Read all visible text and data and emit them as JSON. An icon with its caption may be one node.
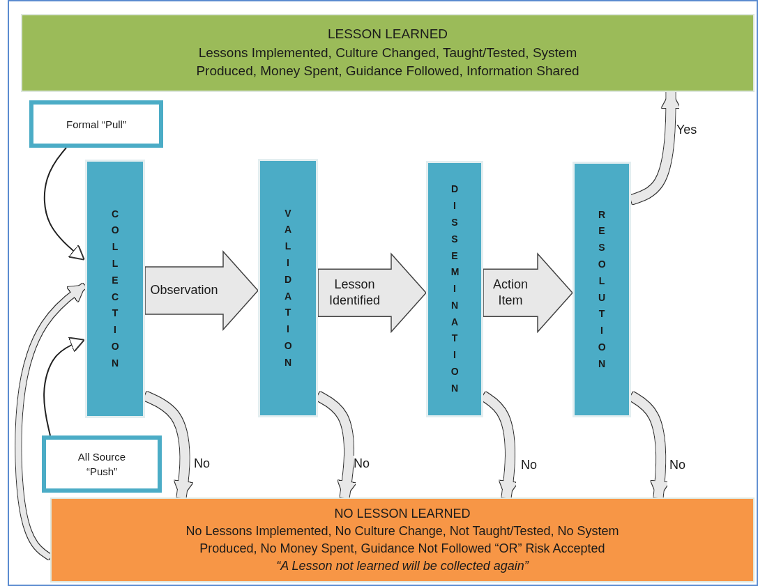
{
  "diagram": {
    "nodes": [
      {
        "text": [
          "LESSON LEARNED",
          "Lessons Implemented, Culture Changed, Taught/Tested, System Produced, Money Spent, Guidance Followed, Information Shared"
        ]
      },
      {
        "text": [
          "Formal “Pull”"
        ]
      },
      {
        "text": [
          "COLLECTION"
        ]
      },
      {
        "text": [
          "VALIDATION"
        ]
      },
      {
        "text": [
          "DISSEMINATION"
        ]
      },
      {
        "text": [
          "RESOLUTION"
        ]
      },
      {
        "text": [
          "All Source “Push”"
        ]
      },
      {
        "text": [
          "NO LESSON LEARNED",
          "No Lessons Implemented, No Culture Change, Not Taught/Tested, No System Produced, No Money Spent, Guidance Not Followed “OR” Risk Accepted",
          "“A Lesson not learned will be collected again”"
        ]
      }
    ],
    "edges": [
      {
        "from": 2,
        "to": 3,
        "arrow": "to",
        "label": "Observation"
      },
      {
        "from": 3,
        "to": 4,
        "arrow": "to",
        "label": "Lesson Identified"
      },
      {
        "from": 4,
        "to": 5,
        "arrow": "to",
        "label": "Action Item"
      },
      {
        "from": 5,
        "to": 0,
        "arrow": "to",
        "label": "Yes"
      },
      {
        "from": 2,
        "to": 7,
        "arrow": "to",
        "label": "No"
      },
      {
        "from": 3,
        "to": 7,
        "arrow": "to",
        "label": "No"
      },
      {
        "from": 4,
        "to": 7,
        "arrow": "to",
        "label": "No"
      },
      {
        "from": 5,
        "to": 7,
        "arrow": "to",
        "label": "No"
      },
      {
        "from": 1,
        "to": 2,
        "arrow": "to",
        "color": "#222222"
      },
      {
        "from": 6,
        "to": 2,
        "arrow": "to",
        "color": "#222222"
      },
      {
        "from": 7,
        "to": 2,
        "arrow": "to"
      }
    ]
  }
}
